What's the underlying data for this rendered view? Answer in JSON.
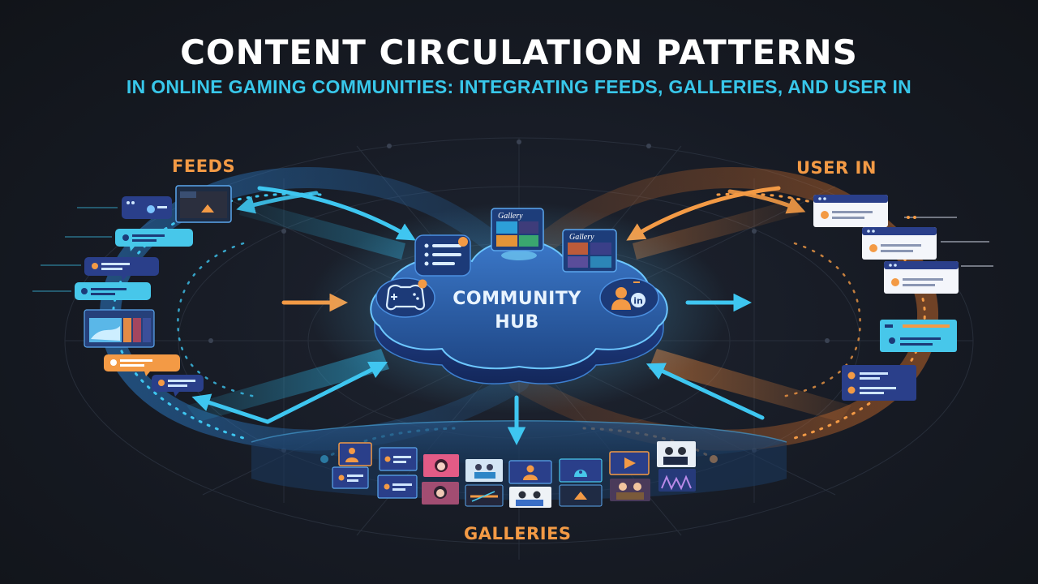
{
  "header": {
    "title": "CONTENT CIRCULATION PATTERNS",
    "subtitle": "IN ONLINE GAMING COMMUNITIES: INTEGRATING FEEDS, GALLERIES, AND USER IN"
  },
  "sections": {
    "feeds": "FEEDS",
    "user_in": "USER IN",
    "galleries": "GALLERIES"
  },
  "hub": {
    "line1": "COMMUNITY",
    "line2": "HUB",
    "gallery_card_1": "Gallery",
    "gallery_card_2": "Gallery",
    "badge": "in"
  },
  "icons": {
    "controller": "game-controller-icon",
    "list": "feed-list-icon",
    "user": "user-profile-icon",
    "play": "play-icon"
  },
  "colors": {
    "background": "#161a23",
    "cyan": "#38c7ea",
    "orange": "#f39a45",
    "hub_blue": "#2f5fa8",
    "white": "#ffffff"
  }
}
